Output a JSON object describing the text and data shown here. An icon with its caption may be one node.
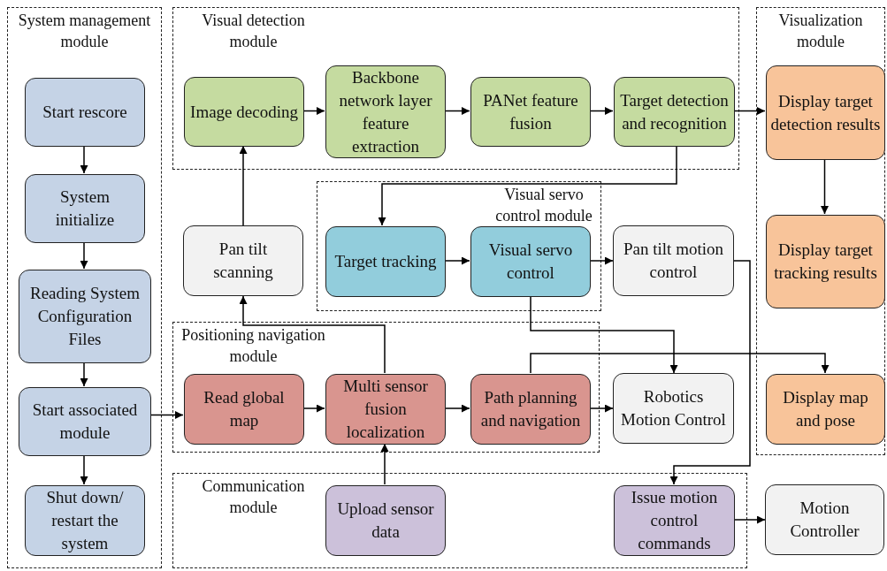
{
  "diagram": {
    "nodes": [
      {
        "text": [
          "System management module"
        ]
      },
      {
        "text": [
          "Start rescore"
        ],
        "in": 0
      },
      {
        "text": [
          "System initialize"
        ],
        "in": 0
      },
      {
        "text": [
          "Reading System Configuration Files"
        ],
        "in": 0
      },
      {
        "text": [
          "Start associated module"
        ],
        "in": 0
      },
      {
        "text": [
          "Shut down/ restart the system"
        ],
        "in": 0
      },
      {
        "text": [
          "Visual detection module"
        ]
      },
      {
        "text": [
          "Image decoding"
        ],
        "in": 6
      },
      {
        "text": [
          "Backbone network layer feature extraction"
        ],
        "in": 6
      },
      {
        "text": [
          "PANet feature fusion"
        ],
        "in": 6
      },
      {
        "text": [
          "Target detection and recognition"
        ],
        "in": 6
      },
      {
        "text": [
          "Visualization module"
        ]
      },
      {
        "text": [
          "Display target detection results"
        ],
        "in": 11
      },
      {
        "text": [
          "Display target tracking results"
        ],
        "in": 11
      },
      {
        "text": [
          "Display map and pose"
        ],
        "in": 11
      },
      {
        "text": [
          "Pan tilt scanning"
        ]
      },
      {
        "text": [
          "Visual servo control module"
        ]
      },
      {
        "text": [
          "Target tracking"
        ],
        "in": 16
      },
      {
        "text": [
          "Visual servo control"
        ],
        "in": 16
      },
      {
        "text": [
          "Pan tilt motion control"
        ]
      },
      {
        "text": [
          "Positioning navigation module"
        ]
      },
      {
        "text": [
          "Read global map"
        ],
        "in": 20
      },
      {
        "text": [
          "Multi sensor fusion localization"
        ],
        "in": 20
      },
      {
        "text": [
          "Path planning and navigation"
        ],
        "in": 20
      },
      {
        "text": [
          "Robotics Motion Control"
        ]
      },
      {
        "text": [
          "Communication module"
        ]
      },
      {
        "text": [
          "Upload sensor data"
        ],
        "in": 25
      },
      {
        "text": [
          "Issue motion control commands"
        ],
        "in": 25
      },
      {
        "text": [
          "Motion Controller"
        ]
      }
    ],
    "edges": [
      {
        "from": 1,
        "to": 2,
        "arrow": "to"
      },
      {
        "from": 2,
        "to": 3,
        "arrow": "to"
      },
      {
        "from": 3,
        "to": 4,
        "arrow": "to"
      },
      {
        "from": 4,
        "to": 5,
        "arrow": "to"
      },
      {
        "from": 4,
        "to": 21,
        "arrow": "to"
      },
      {
        "from": 7,
        "to": 8,
        "arrow": "to"
      },
      {
        "from": 8,
        "to": 9,
        "arrow": "to"
      },
      {
        "from": 9,
        "to": 10,
        "arrow": "to"
      },
      {
        "from": 10,
        "to": 12,
        "arrow": "to"
      },
      {
        "from": 12,
        "to": 13,
        "arrow": "to"
      },
      {
        "from": 10,
        "to": 17,
        "arrow": "to"
      },
      {
        "from": 17,
        "to": 18,
        "arrow": "to"
      },
      {
        "from": 18,
        "to": 19,
        "arrow": "to"
      },
      {
        "from": 15,
        "to": 7,
        "arrow": "to"
      },
      {
        "from": 22,
        "to": 15,
        "arrow": "to"
      },
      {
        "from": 21,
        "to": 22,
        "arrow": "to"
      },
      {
        "from": 22,
        "to": 23,
        "arrow": "to"
      },
      {
        "from": 23,
        "to": 24,
        "arrow": "to"
      },
      {
        "from": 26,
        "to": 22,
        "arrow": "to"
      },
      {
        "from": 18,
        "to": 24,
        "arrow": "to"
      },
      {
        "from": 23,
        "to": 14,
        "arrow": "to"
      },
      {
        "from": 19,
        "to": 27,
        "arrow": "to"
      },
      {
        "from": 27,
        "to": 28,
        "arrow": "to"
      }
    ]
  }
}
